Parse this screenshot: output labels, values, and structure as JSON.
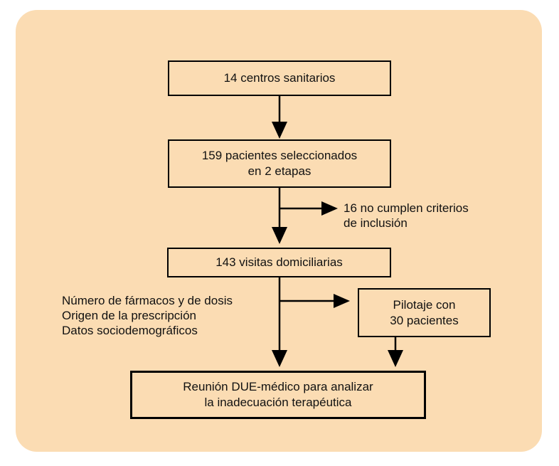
{
  "figure": {
    "kind": "flowchart",
    "panel_background": "#fbdcb3",
    "page_background": "#ffffff",
    "line_color": "#000000",
    "text_color": "#111111"
  },
  "nodes": {
    "centers": {
      "text": "14 centros sanitarios"
    },
    "selected": {
      "line1": "159 pacientes seleccionados",
      "line2": "en 2 etapas"
    },
    "visits": {
      "text": "143 visitas domiciliarias"
    },
    "pilot": {
      "line1": "Pilotaje con",
      "line2": "30 pacientes"
    },
    "meeting": {
      "line1": "Reunión DUE-médico para analizar",
      "line2": "la inadecuación terapéutica"
    }
  },
  "annotations": {
    "exclusion": {
      "line1": "16 no cumplen criterios",
      "line2": "de inclusión"
    },
    "variables": {
      "line1": "Número de fármacos y de dosis",
      "line2": "Origen de la prescripción",
      "line3": "Datos sociodemográficos"
    }
  }
}
